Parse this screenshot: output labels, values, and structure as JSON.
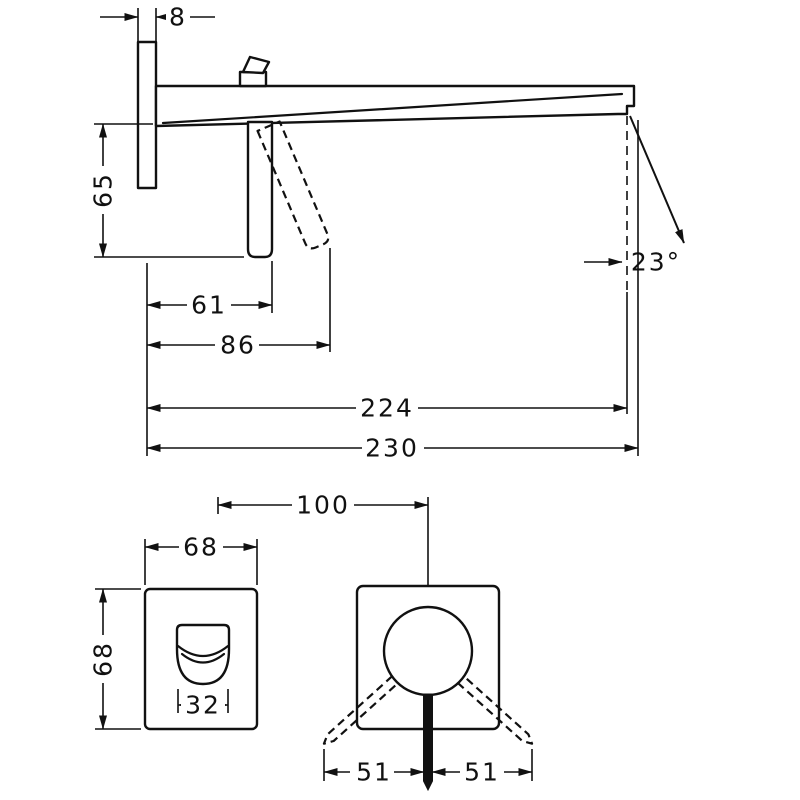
{
  "side_view": {
    "plate_thickness": "8",
    "lever_height": "65",
    "lever_offset": "61",
    "lever_reach": "86",
    "stream_reach": "224",
    "spout_reach": "230",
    "stream_angle": "23°"
  },
  "spout_front_view": {
    "plate_width": "68",
    "plate_height": "68",
    "spout_width": "32"
  },
  "handle_front_view": {
    "center_distance": "100",
    "swing_left": "51",
    "swing_right": "51"
  },
  "colors": {
    "line": "#111111",
    "background": "#ffffff"
  }
}
